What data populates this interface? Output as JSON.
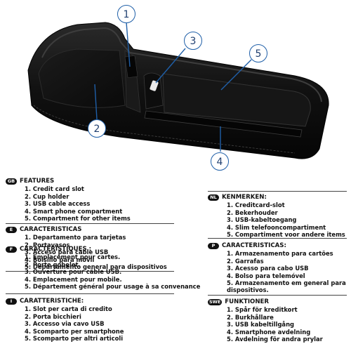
{
  "callouts": [
    "1",
    "2",
    "3",
    "4",
    "5"
  ],
  "sections": [
    {
      "badge": "GB",
      "title": "FEATURES",
      "items": [
        "1. Credit card slot",
        "2. Cup holder",
        "3. USB cable access",
        "4. Smart phone compartment",
        "5. Compartment for other items"
      ]
    },
    {
      "badge": "E",
      "title": "CARACTERISTICAS",
      "items": [
        "1. Departamento para tarjetas",
        "2. Portavasos",
        "3. Acceso para cable USB",
        "4. Bolsillo para móvil",
        "5. Departamento general para dispositivos"
      ]
    },
    {
      "badge": "F",
      "title": "CARACTERISTIQUES :",
      "items": [
        "1. Emplacement pour cartes.",
        "2. Porte gobelet.",
        "3. Ouverture pour câble USB.",
        "4. Emplacement pour mobile.",
        "5. Département général pour usage à sa convenance"
      ]
    },
    {
      "badge": "I",
      "title": "CARATTERISTICHE:",
      "items": [
        "1. Slot per carta di credito",
        "2. Porta bicchieri",
        "3. Accesso via cavo USB",
        "4. Scomparto per smartphone",
        "5. Scomparto per altri articoli"
      ]
    },
    {
      "badge": "NL",
      "title": "KENMERKEN:",
      "items": [
        "1. Creditcard-slot",
        "2. Bekerhouder",
        "3. USB-kabeltoegang",
        "4. Slim telefooncompartiment",
        "5. Compartiment voor andere items"
      ]
    },
    {
      "badge": "P",
      "title": "CARACTERISTICAS:",
      "items": [
        "1. Armazenamento para cartões",
        "2. Garrafas",
        "3. Acesso para cabo USB",
        "4. Bolso para telemóvel",
        "5. Armazenamento em general para dispositivos."
      ]
    },
    {
      "badge": "SWE",
      "title": "FUNKTIONER",
      "items": [
        "1. Spår för kreditkort",
        "2. Burkhållare",
        "3. USB kabeltillgång",
        "4. Smartphone avdelning",
        "5. Avdelning för andra prylar"
      ]
    }
  ]
}
